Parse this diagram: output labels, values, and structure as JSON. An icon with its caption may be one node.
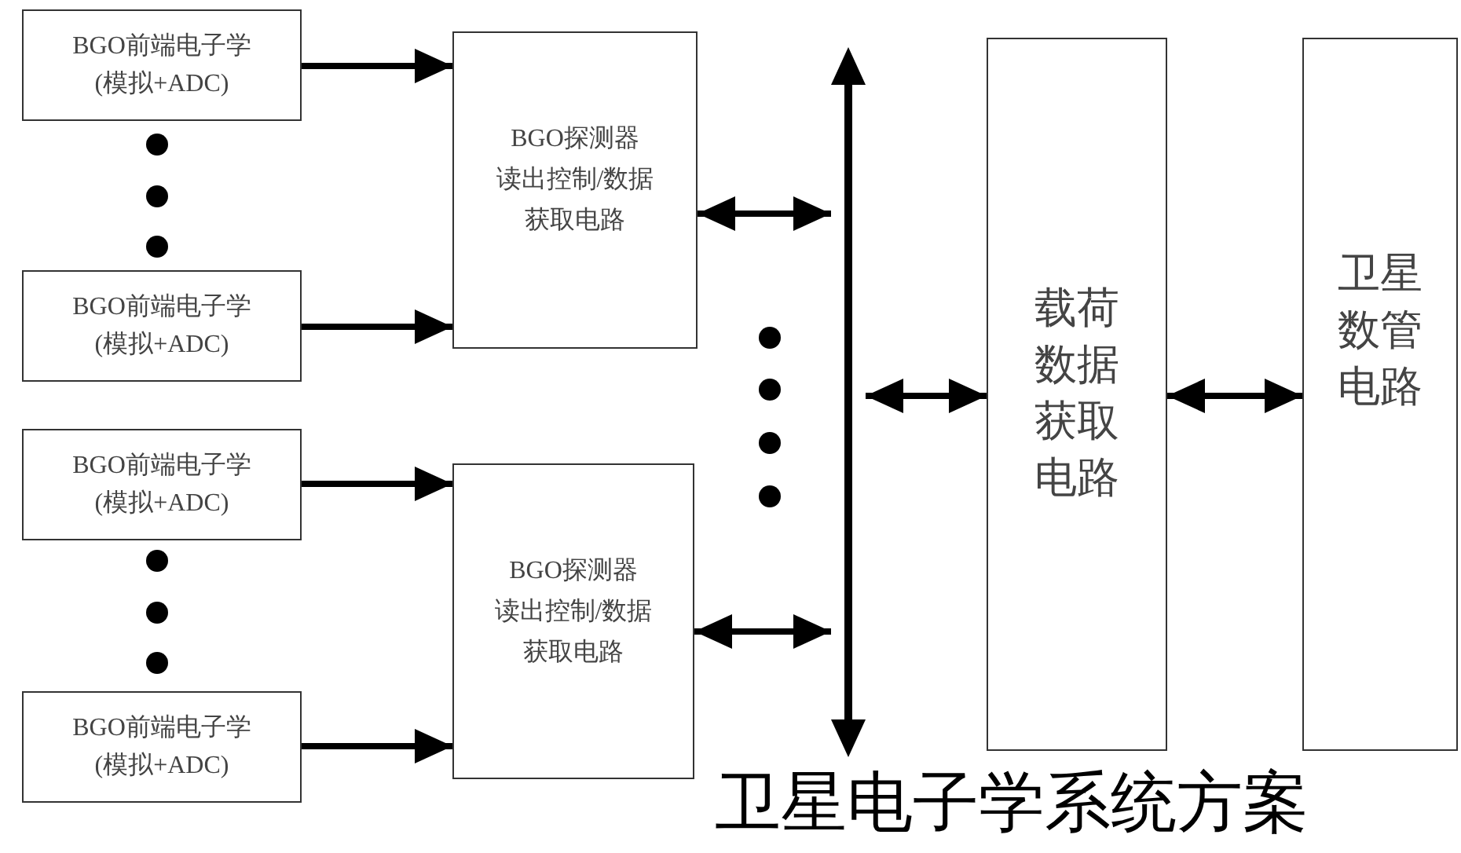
{
  "diagram": {
    "caption": "卫星电子学系统方案",
    "nodes": [
      {
        "text": [
          "BGO前端电子学",
          "(模拟+ADC)"
        ]
      },
      {
        "text": [
          "BGO前端电子学",
          "(模拟+ADC)"
        ]
      },
      {
        "text": [
          "BGO前端电子学",
          "(模拟+ADC)"
        ]
      },
      {
        "text": [
          "BGO前端电子学",
          "(模拟+ADC)"
        ]
      },
      {
        "text": [
          "BGO探测器",
          "读出控制/数据获取电路"
        ]
      },
      {
        "text": [
          "BGO探测器",
          "读出控制/数据获取电路"
        ]
      },
      {
        "text": [],
        "shape": "bar"
      },
      {
        "text": [
          "载荷数据获取电路"
        ]
      },
      {
        "text": [
          "卫星数管电路"
        ]
      }
    ],
    "edges": [
      {
        "from": 0,
        "to": 4,
        "arrow": "to"
      },
      {
        "from": 1,
        "to": 4,
        "arrow": "to"
      },
      {
        "from": 2,
        "to": 5,
        "arrow": "to"
      },
      {
        "from": 3,
        "to": 5,
        "arrow": "to"
      },
      {
        "from": 4,
        "to": 6,
        "arrow": "both"
      },
      {
        "from": 5,
        "to": 6,
        "arrow": "both"
      },
      {
        "from": 6,
        "to": 7,
        "arrow": "both"
      },
      {
        "from": 7,
        "to": 8,
        "arrow": "both"
      }
    ]
  }
}
